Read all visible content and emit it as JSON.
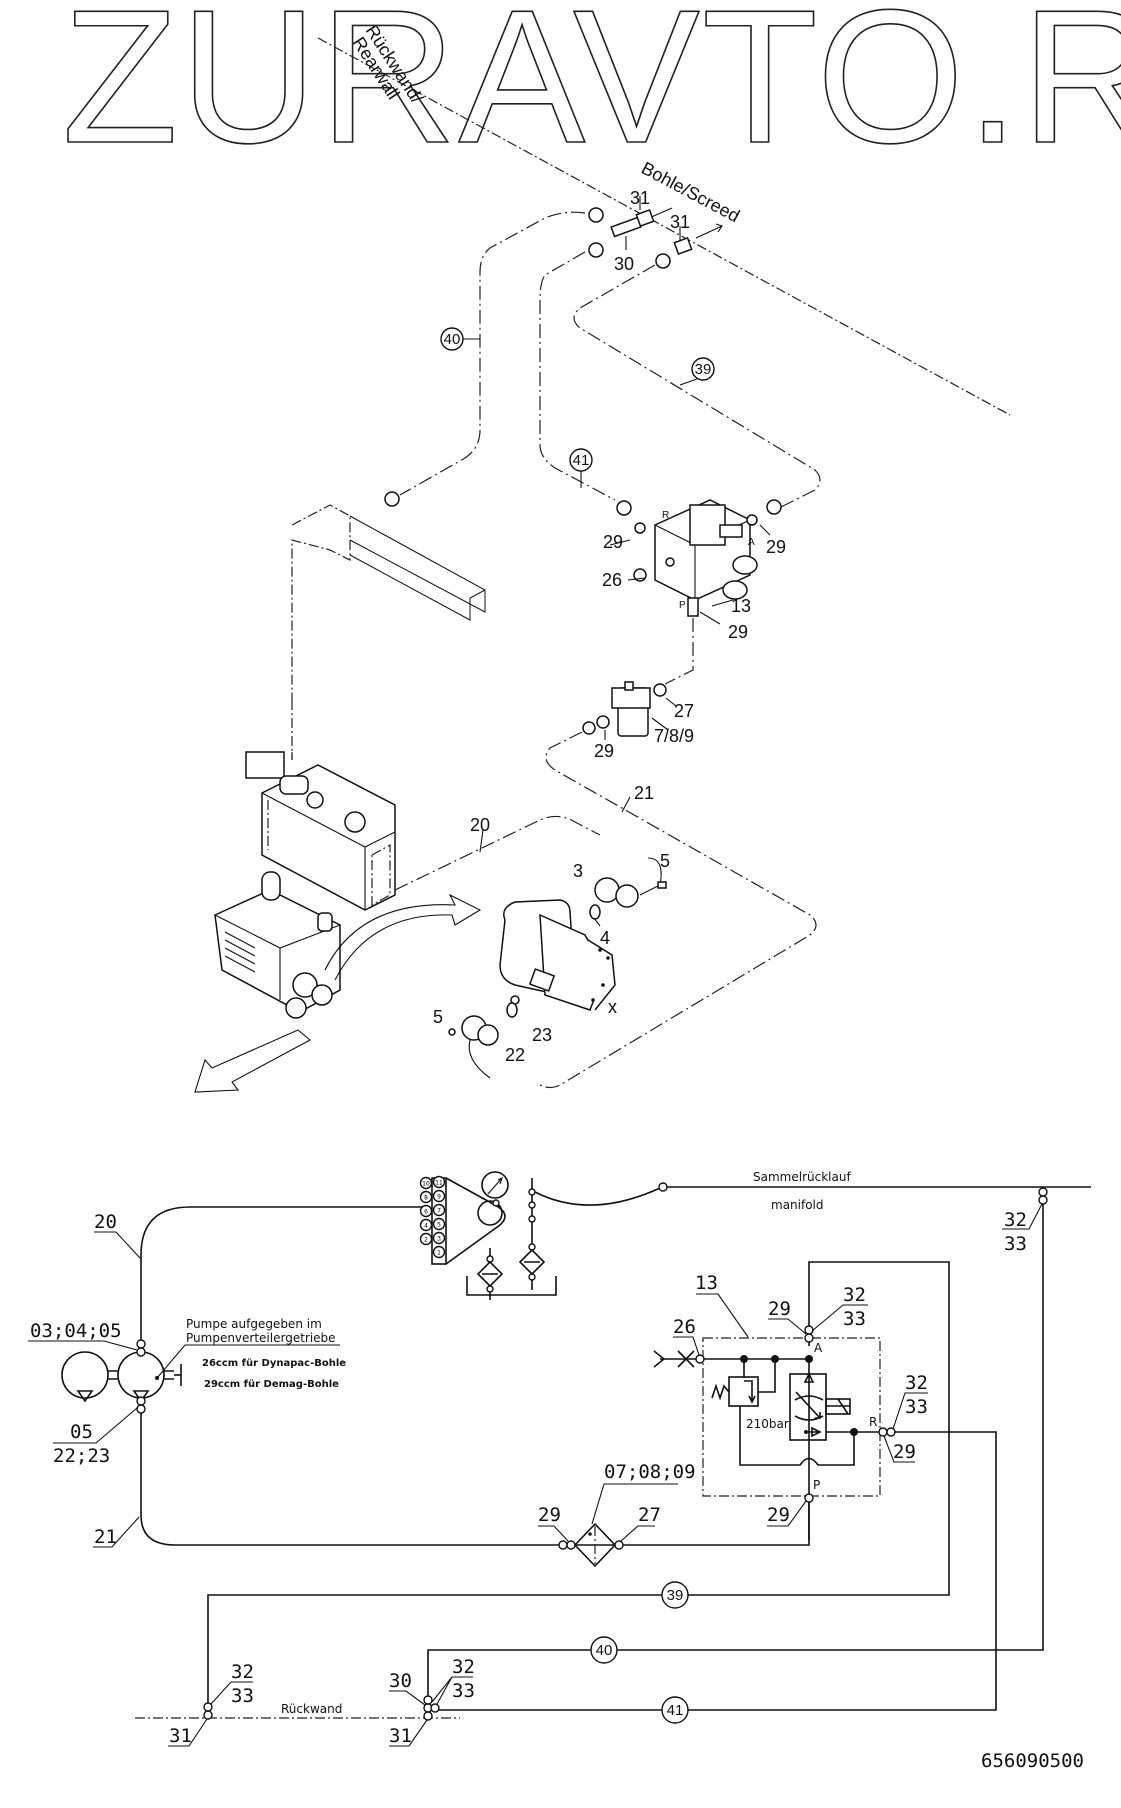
{
  "watermark": "ZURAVTO.RU",
  "drawing_number": "656090500",
  "exploded_view": {
    "rearwall_label_de": "Rückwand/",
    "rearwall_label_en": "Rearwall",
    "screed_label": "Bohle/Screed",
    "callouts": {
      "p31a": "31",
      "p31b": "31",
      "p30": "30",
      "p40": "40",
      "p39": "39",
      "p41": "41",
      "p29_r": "29",
      "p29_a": "29",
      "p26": "26",
      "p13": "13",
      "p29_p": "29",
      "port_r": "R",
      "port_a": "A",
      "port_p": "P",
      "p27": "27",
      "p789": "7/8/9",
      "p29_f": "29",
      "p21": "21",
      "p20": "20",
      "p3": "3",
      "p5a": "5",
      "p4": "4",
      "x": "x",
      "p5b": "5",
      "p23": "23",
      "p22": "22"
    }
  },
  "schematic": {
    "line20": "20",
    "line21": "21",
    "pump_ref_top": "03;04;05",
    "pump_ref_bottom_num": "05",
    "pump_ref_bottom_den": "22;23",
    "pump_note_line1": "Pumpe aufgegeben im",
    "pump_note_line2": "Pumpenverteilergetriebe",
    "pump_note_26": "26ccm  für Dynapac-Bohle",
    "pump_note_29": "29ccm für Demag-Bohle",
    "manifold_de": "Sammelrücklauf",
    "manifold_en": "manifold",
    "manifold_ref_num": "32",
    "manifold_ref_den": "33",
    "valve_ref": "13",
    "valve_in_ref": "26",
    "valve_a_ref": "29",
    "valve_a_num": "32",
    "valve_a_den": "33",
    "valve_a_port": "A",
    "valve_r_port": "R",
    "valve_r_num": "32",
    "valve_r_den": "33",
    "valve_r_ref": "29",
    "valve_p_port": "P",
    "valve_p_ref": "29",
    "relief_setting": "210bar",
    "filter_ref": "07;08;09",
    "filter_in_ref": "29",
    "filter_out_ref": "27",
    "hose39": "39",
    "hose40": "40",
    "hose41": "41",
    "rearwall": "Rückwand",
    "rw_left_num": "32",
    "rw_left_den": "33",
    "rw_left_ref": "31",
    "rw_right_tee": "30",
    "rw_right_num": "32",
    "rw_right_den": "33",
    "rw_right_ref": "31",
    "tank_ports_left": [
      "10",
      "8",
      "6",
      "4",
      "2"
    ],
    "tank_ports_right": [
      "11",
      "9",
      "7",
      "5",
      "3",
      "1"
    ]
  }
}
